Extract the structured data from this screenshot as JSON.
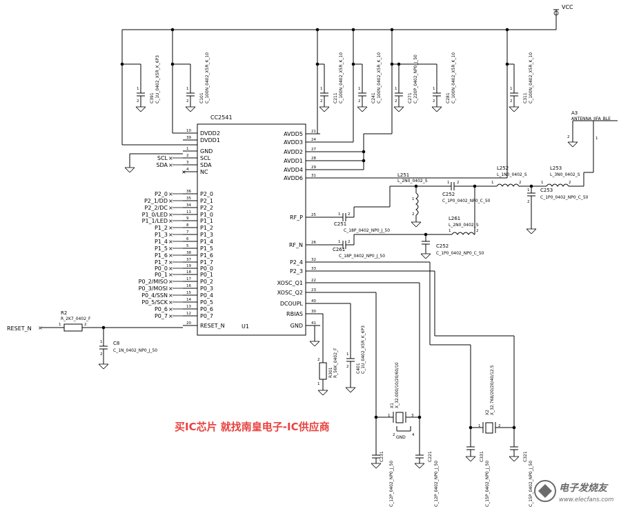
{
  "vcc": "VCC",
  "ic": {
    "name": "CC2541",
    "designator": "U1"
  },
  "left_pins": [
    {
      "label": "DVDD2",
      "num": "10"
    },
    {
      "label": "DVDD1",
      "num": "39"
    },
    {
      "label": "GND",
      "num": "1"
    },
    {
      "label": "SCL",
      "num": "2"
    },
    {
      "label": "SDA",
      "num": "3"
    },
    {
      "label": "NC",
      "num": "4"
    },
    {
      "label": "P2_0",
      "num": "36"
    },
    {
      "label": "P2_1",
      "num": "35"
    },
    {
      "label": "P2_2",
      "num": "34"
    },
    {
      "label": "P1_0",
      "num": "11"
    },
    {
      "label": "P1_1",
      "num": "9"
    },
    {
      "label": "P1_2",
      "num": "8"
    },
    {
      "label": "P1_3",
      "num": "7"
    },
    {
      "label": "P1_4",
      "num": "6"
    },
    {
      "label": "P1_5",
      "num": "5"
    },
    {
      "label": "P1_6",
      "num": "38"
    },
    {
      "label": "P1_7",
      "num": "37"
    },
    {
      "label": "P0_0",
      "num": "19"
    },
    {
      "label": "P0_1",
      "num": "18"
    },
    {
      "label": "P0_2",
      "num": "17"
    },
    {
      "label": "P0_3",
      "num": "16"
    },
    {
      "label": "P0_4",
      "num": "15"
    },
    {
      "label": "P0_5",
      "num": "14"
    },
    {
      "label": "P0_6",
      "num": "13"
    },
    {
      "label": "P0_7",
      "num": "12"
    },
    {
      "label": "RESET_N",
      "num": "20"
    }
  ],
  "right_pins": [
    {
      "label": "AVDD5",
      "num": "21"
    },
    {
      "label": "AVDD3",
      "num": "24"
    },
    {
      "label": "AVDD2",
      "num": "27"
    },
    {
      "label": "AVDD1",
      "num": "28"
    },
    {
      "label": "AVDD4",
      "num": "29"
    },
    {
      "label": "AVDD6",
      "num": "31"
    },
    {
      "label": "RF_P",
      "num": "25"
    },
    {
      "label": "RF_N",
      "num": "26"
    },
    {
      "label": "P2_4",
      "num": "32"
    },
    {
      "label": "P2_3",
      "num": "33"
    },
    {
      "label": "XOSC_Q1",
      "num": "22"
    },
    {
      "label": "XOSC_Q2",
      "num": "23"
    },
    {
      "label": "DCOUPL",
      "num": "40"
    },
    {
      "label": "RBIAS",
      "num": "30"
    },
    {
      "label": "GND",
      "num": "41"
    }
  ],
  "net_labels": [
    "SCL",
    "SDA",
    "P2_0",
    "P2_1/DD",
    "P2_2/DC",
    "P1_0/LED",
    "P1_1/LED",
    "P1_2",
    "P1_3",
    "P1_4",
    "P1_5",
    "P1_6",
    "P1_7",
    "P0_0",
    "P0_1",
    "P0_2/MISO",
    "P0_3/MOSI",
    "P0_4/SSN",
    "P0_5/SCK",
    "P0_6",
    "P0_7",
    "RESET_N"
  ],
  "top_caps": [
    {
      "ref": "C391",
      "value": "C_1U_0402_X5R_K_6P3"
    },
    {
      "ref": "C101",
      "value": "C_100N_0402_X5R_K_10"
    },
    {
      "ref": "C211",
      "value": "C_100N_0402_X5R_K_10"
    },
    {
      "ref": "C241",
      "value": "C_100N_0402_X5R_K_10"
    },
    {
      "ref": "C271",
      "value": "C_220P_0402_NP0_J_50"
    },
    {
      "ref": "C281",
      "value": "C_100N_0402_X5R_K_10"
    },
    {
      "ref": "C311",
      "value": "C_100N_0402_X5R_K_10"
    }
  ],
  "antenna": {
    "ref": "A3",
    "value": "ANTENNA_IIFA_BLE",
    "pin2": "2",
    "pin1": "1"
  },
  "rf": {
    "l251_ref": "L251",
    "l251_val": "L_2N0_0402_S",
    "l252_ref": "L252",
    "l252_val": "L_1N0_0402_S",
    "l253_ref": "L253",
    "l253_val": "L_3N0_0402_S",
    "l261_ref": "L261",
    "l261_val": "L_2N0_0402_S",
    "c252a_ref": "C252",
    "c252a_val": "C_1P0_0402_NP0_C_50",
    "c253_ref": "C253",
    "c253_val": "C_1P0_0402_NP0_C_50",
    "c251_ref": "C251",
    "c251_val": "C_18P_0402_NP0_J_50",
    "c261_ref": "C261",
    "c261_val": "C_18P_0402_NP0_J_50",
    "c252b_ref": "C252",
    "c252b_val": "C_1P0_0402_NP0_C_50"
  },
  "reset": {
    "r2_ref": "R2",
    "r2_val": "R_2K7_0402_F",
    "c8_ref": "C8",
    "c8_val": "C_1N_0402_NP0_J_50",
    "net": "RESET_N"
  },
  "dcoupl": {
    "c401_ref": "C401",
    "c401_val": "C_1U_0402_X5R_K_6P3",
    "r301_ref": "R301",
    "r301_val": "R_56K_0402_F"
  },
  "xtal1": {
    "ref": "X1",
    "value": "X_32.000/10/20/60/10",
    "gnd": "GND",
    "ca_ref": "C231",
    "ca_val": "C_12P_0402_NP0_J_50",
    "cb_ref": "C221",
    "cb_val": "C_12P_0402_NP0_J_50"
  },
  "xtal2": {
    "ref": "X2",
    "value": "X_32.768/20/20/40/12.5",
    "ca_ref": "C331",
    "ca_val": "C_15P_0402_NP0_J_50",
    "cb_ref": "C321",
    "cb_val": "C_15P_0402_NP0_J_50"
  },
  "watermark": "买IC芯片 就找南皇电子-IC供应商",
  "brand": {
    "name": "电子发烧友",
    "url": "www.elecfans.com"
  }
}
